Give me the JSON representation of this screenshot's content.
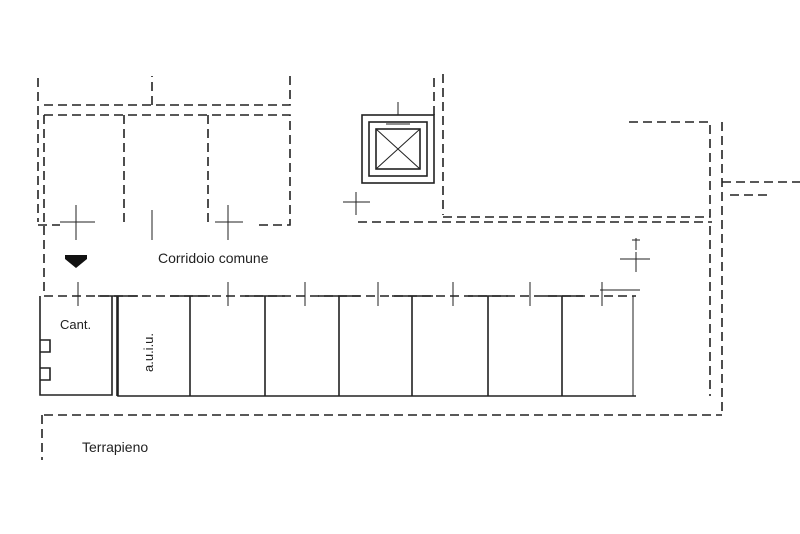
{
  "labels": {
    "corridor": "Corridoio comune",
    "storage": "Cant.",
    "auiu": "a.u.i.u.",
    "embankment": "Terrapieno"
  },
  "icons": {
    "entry": "entry-arrow-icon",
    "elevator": "elevator-shaft-icon"
  },
  "colors": {
    "line": "#222222",
    "background": "#ffffff"
  }
}
